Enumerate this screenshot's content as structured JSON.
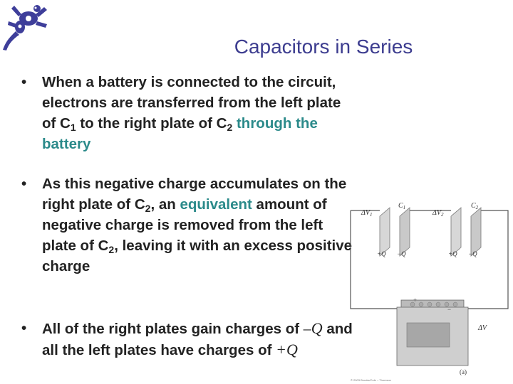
{
  "slide": {
    "title": "Capacitors in Series",
    "bullets": [
      {
        "marker": "•",
        "parts": [
          {
            "t": "When a battery is connected to the circuit, electrons are transferred from the left plate of C"
          },
          {
            "t": "1",
            "sub": true
          },
          {
            "t": " to the right plate of C"
          },
          {
            "t": "2",
            "sub": true
          },
          {
            "t": " "
          },
          {
            "t": "through the battery",
            "accent": true
          }
        ]
      },
      {
        "marker": "•",
        "parts": [
          {
            "t": "As this negative charge accumulates on the right plate of C"
          },
          {
            "t": "2",
            "sub": true
          },
          {
            "t": ", an "
          },
          {
            "t": "equivalent",
            "accent": true
          },
          {
            "t": " amount of negative charge is removed from the left plate of C"
          },
          {
            "t": "2",
            "sub": true
          },
          {
            "t": ", leaving it with an excess positive charge"
          }
        ]
      },
      {
        "marker": "•",
        "parts": [
          {
            "t": "All of the right plates gain charges of "
          },
          {
            "t": "–Q",
            "q": true
          },
          {
            "t": " and all the left plates have charges of "
          },
          {
            "t": "+Q",
            "q": true
          }
        ]
      }
    ]
  },
  "figure": {
    "labels": {
      "dv1": "ΔV",
      "dv1_sub": "1",
      "dv2": "ΔV",
      "dv2_sub": "2",
      "c1": "C",
      "c1_sub": "1",
      "c2": "C",
      "c2_sub": "2",
      "plus_q_1": "+Q",
      "minus_q_1": "−Q",
      "plus_q_2": "+Q",
      "minus_q_2": "−Q",
      "plus_term": "+",
      "minus_term": "−",
      "dv": "ΔV",
      "panel": "(a)"
    },
    "caption": "© 2003 Brooks/Cole – Thomson"
  },
  "colors": {
    "title": "#3c3c8f",
    "accent": "#2b8a8a",
    "text": "#222222"
  }
}
